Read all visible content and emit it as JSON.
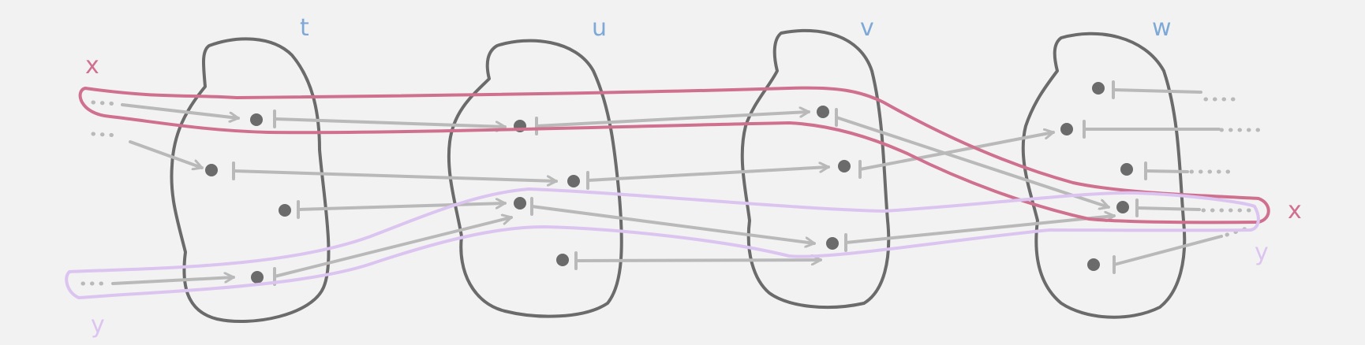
{
  "sets": [
    {
      "id": "t",
      "label": "t"
    },
    {
      "id": "u",
      "label": "u"
    },
    {
      "id": "v",
      "label": "v"
    },
    {
      "id": "w",
      "label": "w"
    }
  ],
  "paths": [
    {
      "id": "x",
      "start_label": "x",
      "end_label": "x"
    },
    {
      "id": "y",
      "start_label": "y",
      "end_label": "y"
    }
  ],
  "colors": {
    "background": "#f2f2f2",
    "set_outline": "#6b6b6b",
    "element": "#6b6b6b",
    "arrow": "#b9b9b9",
    "set_label": "#7ea9d6",
    "path_x": "#d0708f",
    "path_y": "#dcc4f0"
  }
}
